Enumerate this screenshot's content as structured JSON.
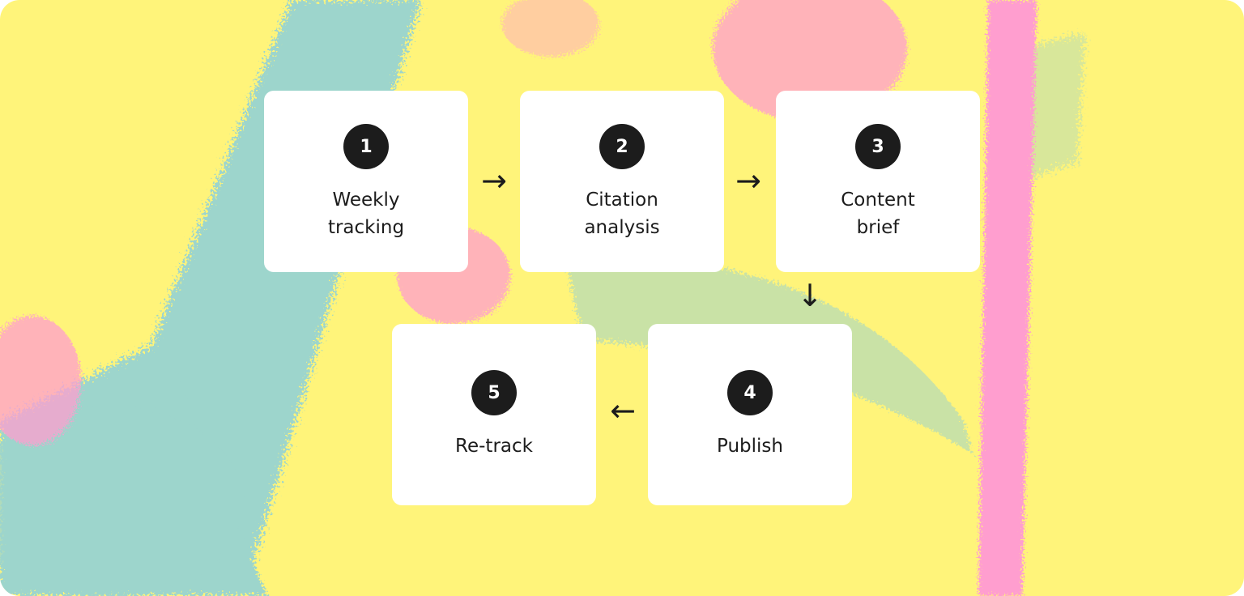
{
  "diagram": {
    "steps": [
      {
        "number": "1",
        "label": "Weekly\ntracking"
      },
      {
        "number": "2",
        "label": "Citation\nanalysis"
      },
      {
        "number": "3",
        "label": "Content\nbrief"
      },
      {
        "number": "4",
        "label": "Publish"
      },
      {
        "number": "5",
        "label": "Re-track"
      }
    ],
    "arrows": {
      "a1_2": "→",
      "a2_3": "→",
      "a3_4": "↓",
      "a4_5": "←"
    }
  },
  "colors": {
    "background": "#fff47a",
    "pink": "#ff9ecf",
    "blue": "#7ccbe8",
    "card": "#ffffff",
    "ink": "#1c1c1c"
  }
}
